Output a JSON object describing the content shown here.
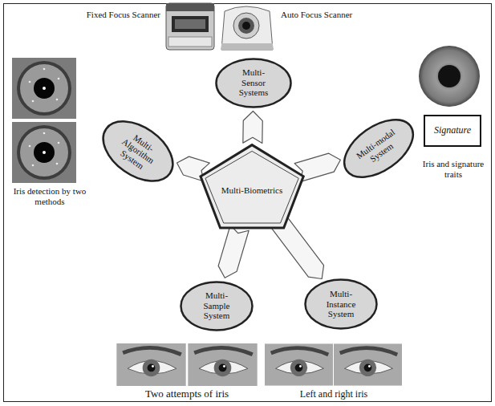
{
  "diagram": {
    "nodes": [
      {
        "text": [
          "Multi-Sensor Systems"
        ]
      },
      {
        "text": [
          "Multi-Algorithm System"
        ]
      },
      {
        "text": [
          "Multi-modal System"
        ]
      },
      {
        "text": [
          "Signature"
        ]
      },
      {
        "text": [
          "Multi-Biometrics"
        ]
      },
      {
        "text": [
          "Multi-Sample System"
        ]
      },
      {
        "text": [
          "Multi-Instance System"
        ]
      }
    ],
    "edges": [
      {
        "from": 4,
        "to": 0,
        "arrow": "to"
      },
      {
        "from": 4,
        "to": 1,
        "arrow": "to"
      },
      {
        "from": 4,
        "to": 2,
        "arrow": "to"
      },
      {
        "from": 4,
        "to": 5,
        "arrow": "to"
      },
      {
        "from": 4,
        "to": 6,
        "arrow": "to"
      }
    ],
    "labels": [
      "Fixed Focus Scanner",
      "Auto Focus Scanner",
      "Iris and signature traits",
      "Iris detection by two methods",
      "Two attempts of iris",
      "Left and right iris"
    ]
  }
}
